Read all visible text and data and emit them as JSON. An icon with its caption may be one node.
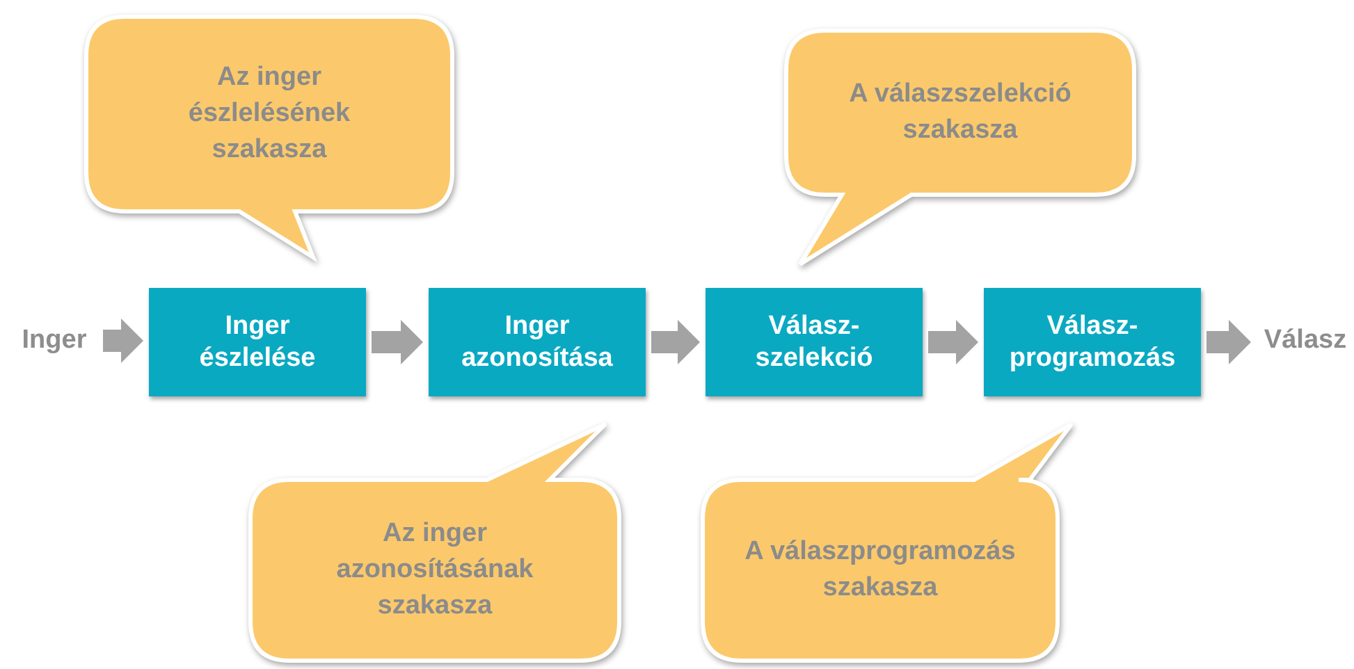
{
  "diagram": {
    "nodes": [
      {
        "text": [
          "Az inger észlelésének szakasza"
        ]
      },
      {
        "text": [
          "A válaszszelekció szakasza"
        ]
      },
      {
        "text": [
          "Inger"
        ]
      },
      {
        "text": [
          "Inger észlelése"
        ]
      },
      {
        "text": [
          "Inger azonosítása"
        ]
      },
      {
        "text": [
          "Válasz- szelekció"
        ]
      },
      {
        "text": [
          "Válasz- programozás"
        ]
      },
      {
        "text": [
          "Válasz"
        ]
      },
      {
        "text": [
          "Az inger azonosításának szakasza"
        ]
      },
      {
        "text": [
          "A válaszprogramozás szakasza"
        ]
      }
    ],
    "edges": [
      {
        "from": 2,
        "to": 3,
        "arrow": "to"
      },
      {
        "from": 3,
        "to": 4,
        "arrow": "to"
      },
      {
        "from": 4,
        "to": 5,
        "arrow": "to"
      },
      {
        "from": 5,
        "to": 6,
        "arrow": "to"
      },
      {
        "from": 6,
        "to": 7,
        "arrow": "to"
      }
    ]
  }
}
